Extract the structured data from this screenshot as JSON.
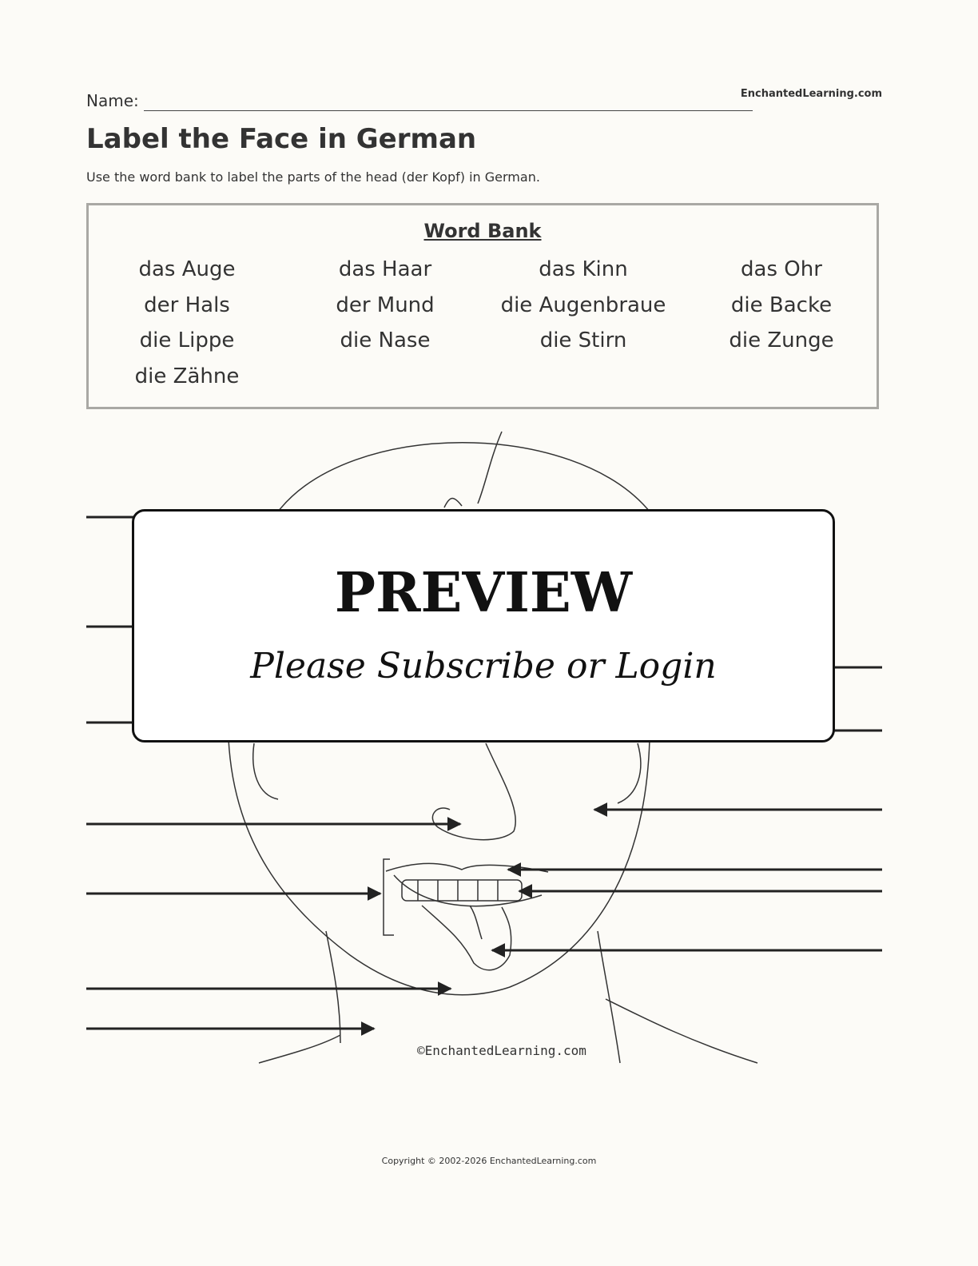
{
  "header": {
    "name_label": "Name:",
    "site": "EnchantedLearning.com"
  },
  "title": "Label the Face in German",
  "instructions": "Use the word bank to label the parts of the head (der Kopf) in German.",
  "word_bank": {
    "title": "Word Bank",
    "words": [
      "das Auge",
      "das Haar",
      "das Kinn",
      "das Ohr",
      "der Hals",
      "der Mund",
      "die Augenbraue",
      "die Backe",
      "die Lippe",
      "die Nase",
      "die Stirn",
      "die Zunge",
      "die Zähne"
    ]
  },
  "diagram": {
    "copyright_mark": "©EnchantedLearning.com"
  },
  "preview": {
    "title": "PREVIEW",
    "subtitle": "Please Subscribe or Login"
  },
  "footer": "Copyright © 2002-2026 EnchantedLearning.com"
}
